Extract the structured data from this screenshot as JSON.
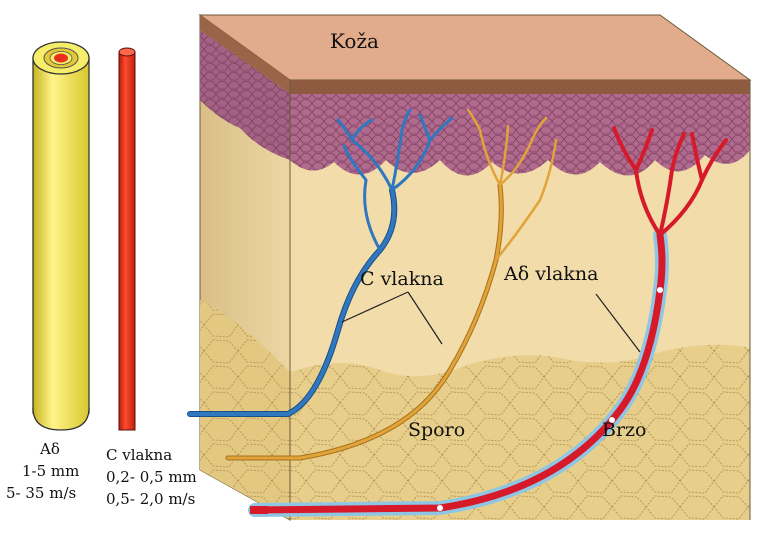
{
  "labels": {
    "skin": "Koža",
    "c_fibers": "C vlakna",
    "adelta_fibers": "Aδ vlakna",
    "slow": "Sporo",
    "fast": "Brzo"
  },
  "legend_adelta": {
    "name": "Aδ",
    "diameter": "1-5 mm",
    "speed": "5- 35 m/s"
  },
  "legend_c": {
    "name": "C vlakna",
    "diameter": "0,2- 0,5 mm",
    "speed": "0,5- 2,0 m/s"
  },
  "colors": {
    "adelta_myelin": "#f2e743",
    "c_fiber": "#e8301c",
    "blue_nerve": "#2f78c0",
    "orange_nerve": "#d99a2c",
    "red_nerve": "#d61a2a",
    "skin_top": "#e2ab8c",
    "epidermis": "#b06a8c",
    "dermis": "#f1dcaa",
    "fat": "#e7cf8b"
  }
}
